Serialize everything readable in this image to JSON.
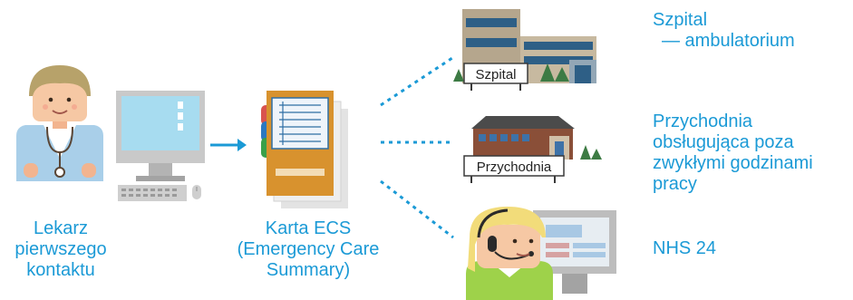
{
  "source": {
    "lines": [
      "Lekarz",
      "pierwszego",
      "kontaktu"
    ]
  },
  "record": {
    "lines": [
      "Karta ECS",
      "(Emergency Care",
      "Summary)"
    ]
  },
  "destinations": [
    {
      "sign": "Szpital",
      "lines": [
        "Szpital",
        "— ambulatorium"
      ]
    },
    {
      "sign": "Przychodnia",
      "lines": [
        "Przychodnia",
        "obsługująca poza",
        "zwykłymi godzinami",
        "pracy"
      ]
    },
    {
      "lines": [
        "NHS 24"
      ]
    }
  ],
  "colors": {
    "label": "#1b9ad6",
    "arrow": "#1b9ad6"
  }
}
